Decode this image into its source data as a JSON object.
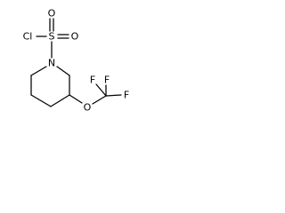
{
  "molecule": {
    "atoms": {
      "chlorine": "Cl",
      "sulfur": "S",
      "oxygen_top": "O",
      "oxygen_right": "O",
      "nitrogen": "N",
      "oxygen_ether": "O",
      "fluorine_top": "F",
      "fluorine_left": "F",
      "fluorine_right": "F"
    }
  }
}
